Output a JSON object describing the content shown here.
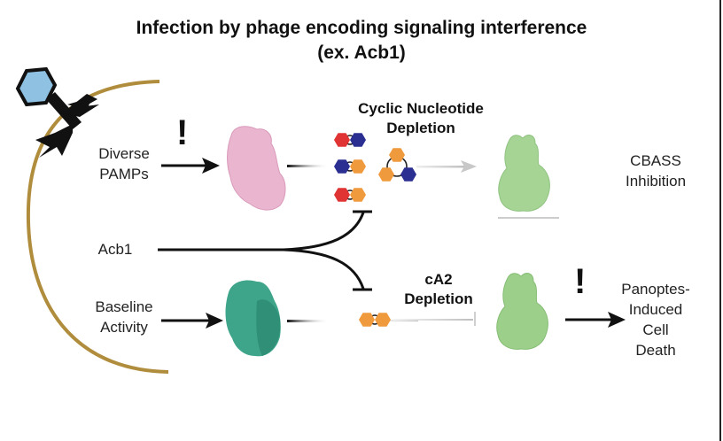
{
  "title": {
    "line1": "Infection by phage encoding signaling interference",
    "line2": "(ex. Acb1)"
  },
  "colors": {
    "membrane": "#b08d3c",
    "phage_head": "#8fc1e3",
    "phage_body": "#111111",
    "pink_protein": "#eab5cf",
    "teal_protein": "#3ea48a",
    "teal_protein_dark": "#2f8f77",
    "green_protein": "#9cd08a",
    "nucleotide_red": "#e03333",
    "nucleotide_blue": "#2b2f91",
    "nucleotide_orange": "#ef9a3c"
  },
  "labels": {
    "diverse_pamps": [
      "Diverse",
      "PAMPs"
    ],
    "acb1": "Acb1",
    "baseline_activity": [
      "Baseline",
      "Activity"
    ],
    "cyclic_nucleotide_depletion": [
      "Cyclic Nucleotide",
      "Depletion"
    ],
    "ca2_depletion": [
      "cA2",
      "Depletion"
    ],
    "cbass_inhibition": [
      "CBASS",
      "Inhibition"
    ],
    "panoptes_death": [
      "Panoptes-",
      "Induced",
      "Cell",
      "Death"
    ],
    "exclamation": "!"
  },
  "icons": {
    "phage": "bacteriophage-icon",
    "pamp_sensor": "pink-protein-icon",
    "baseline_enzyme": "teal-protein-icon",
    "cbass_effector": "green-protein-icon",
    "panoptes_effector": "green-protein-icon"
  }
}
